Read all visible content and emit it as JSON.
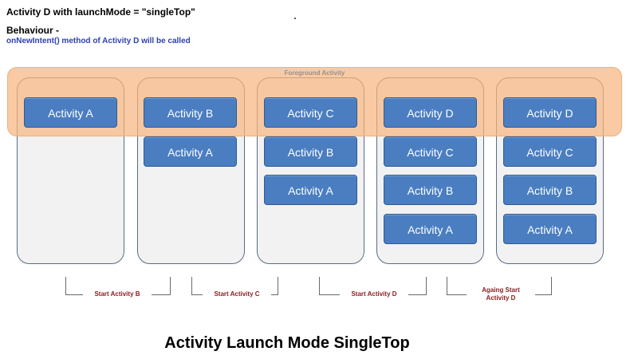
{
  "header": {
    "title": "Activity D with launchMode = \"singleTop\"",
    "behaviour_label": "Behaviour -",
    "behaviour_desc": "onNewIntent() method of Activity D will be called"
  },
  "foreground_label": "Foreground Activity",
  "stacks": [
    {
      "activities": [
        "Activity A"
      ]
    },
    {
      "activities": [
        "Activity B",
        "Activity A"
      ]
    },
    {
      "activities": [
        "Activity C",
        "Activity B",
        "Activity A"
      ]
    },
    {
      "activities": [
        "Activity D",
        "Activity C",
        "Activity B",
        "Activity A"
      ]
    },
    {
      "activities": [
        "Activity D",
        "Activity C",
        "Activity B",
        "Activity A"
      ]
    }
  ],
  "transitions": [
    {
      "label": "Start Activity B"
    },
    {
      "label": "Start Activity C"
    },
    {
      "label": "Start Activity D"
    },
    {
      "label_line1": "Againg Start",
      "label_line2": "Activity D"
    }
  ],
  "diagram_title": "Activity Launch Mode SingleTop",
  "colors": {
    "activity_fill": "#4a7ec1",
    "activity_border": "#2f5a91",
    "foreground_band": "#f7b580",
    "stack_fill": "#f2f2f2",
    "transition_text": "#8a1c1c",
    "description_text": "#2c3fb4"
  }
}
